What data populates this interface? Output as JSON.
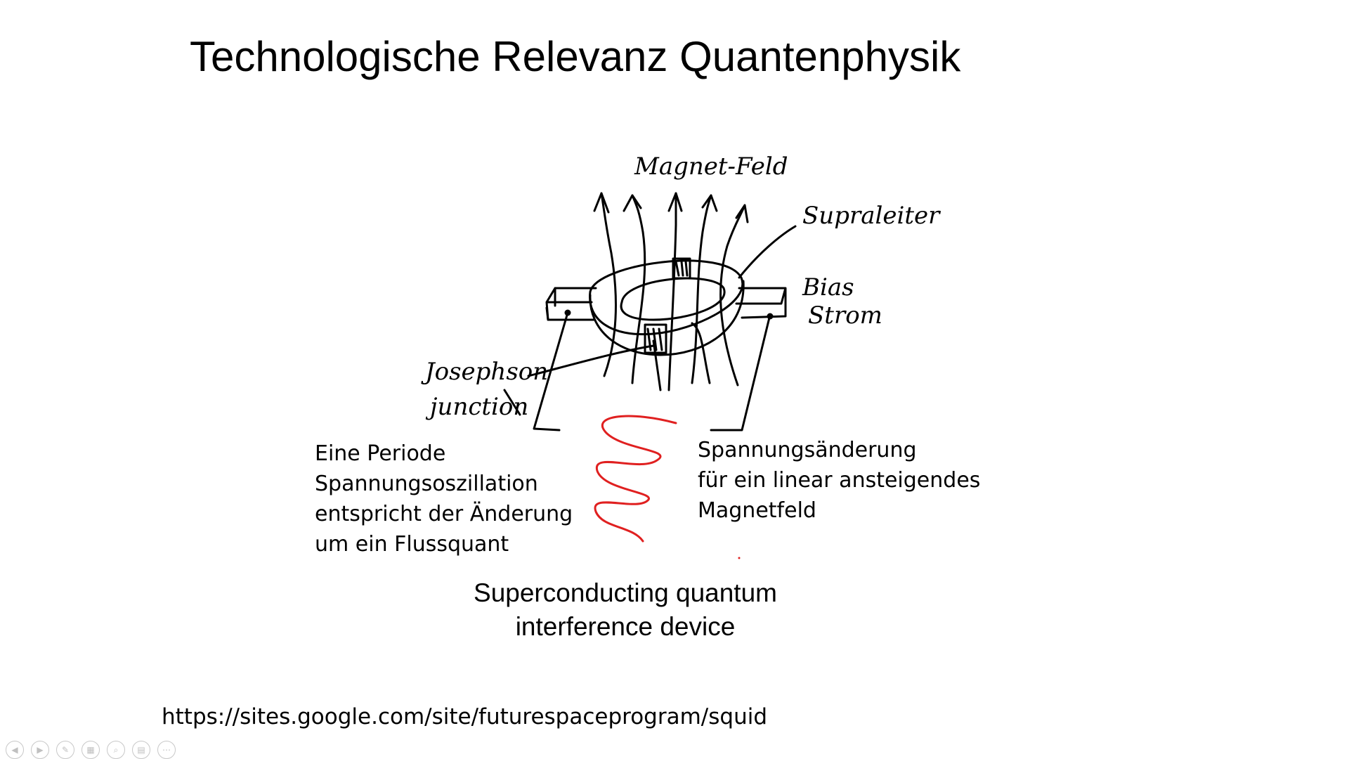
{
  "slide": {
    "title": "Technologische Relevanz Quantenphysik",
    "caption_left": [
      "Eine Periode",
      "Spannungsoszillation",
      "entspricht der Änderung",
      "um ein Flussquant"
    ],
    "caption_right": [
      "Spannungsänderung",
      "für ein linear ansteigendes",
      "Magnetfeld"
    ],
    "device_name": [
      "Superconducting quantum",
      "interference device"
    ],
    "source_url": "https://sites.google.com/site/futurespaceprogram/squid"
  },
  "sketch": {
    "labels": {
      "magnetic_field": "Magnet-Feld",
      "superconductor": "Supraleiter",
      "bias_line1": "Bias",
      "bias_line2": "Strom",
      "junction_line1": "Josephson",
      "junction_line2": "junction"
    },
    "ink_color": "#000000",
    "oscillation_color": "#e02020"
  },
  "controls": {
    "prev": "◀",
    "next": "▶",
    "pen": "✎",
    "slides": "▦",
    "zoom": "⌕",
    "subtitles": "▤",
    "more": "⋯"
  }
}
